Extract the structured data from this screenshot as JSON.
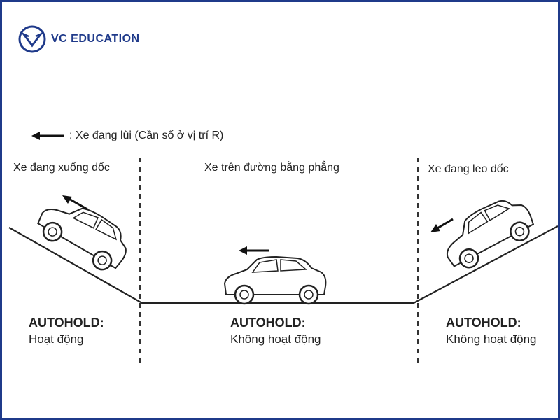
{
  "brand": {
    "name": "VC EDUCATION",
    "color": "#1f3a8a"
  },
  "legend": {
    "icon": "left-arrow-icon",
    "text": ": Xe đang lùi (Cần số ở vị trí R)"
  },
  "panels": [
    {
      "title": "Xe đang xuống dốc",
      "status_title": "AUTOHOLD:",
      "status_text": "Hoạt động"
    },
    {
      "title": "Xe trên đường bằng phẳng",
      "status_title": "AUTOHOLD:",
      "status_text": "Không hoạt động"
    },
    {
      "title": "Xe đang leo dốc",
      "status_title": "AUTOHOLD:",
      "status_text": "Không hoạt động"
    }
  ]
}
